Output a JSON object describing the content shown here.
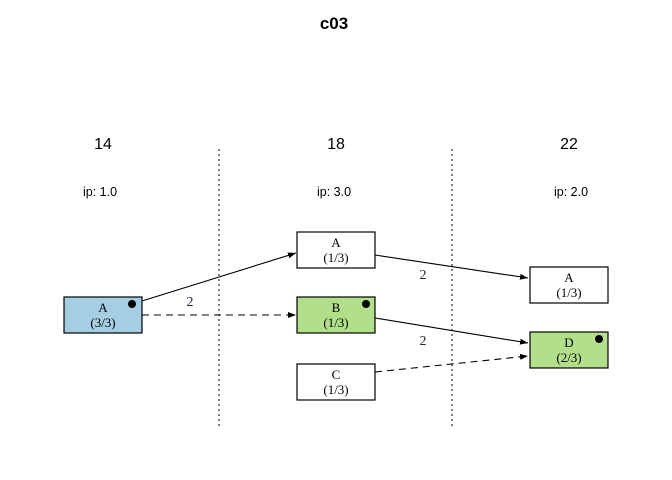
{
  "title": "c03",
  "columns": [
    {
      "label": "14",
      "ip_label": "ip: 1.0"
    },
    {
      "label": "18",
      "ip_label": "ip: 3.0"
    },
    {
      "label": "22",
      "ip_label": "ip: 2.0"
    }
  ],
  "nodes": [
    {
      "id": "A-14",
      "label": "A",
      "fraction": "(3/3)",
      "fill": "#A6CEE3",
      "has_dot": true
    },
    {
      "id": "A-18",
      "label": "A",
      "fraction": "(1/3)",
      "fill": "#FFFFFF",
      "has_dot": false
    },
    {
      "id": "B-18",
      "label": "B",
      "fraction": "(1/3)",
      "fill": "#B2DF8A",
      "has_dot": true
    },
    {
      "id": "C-18",
      "label": "C",
      "fraction": "(1/3)",
      "fill": "#FFFFFF",
      "has_dot": false
    },
    {
      "id": "A-22",
      "label": "A",
      "fraction": "(1/3)",
      "fill": "#FFFFFF",
      "has_dot": false
    },
    {
      "id": "D-22",
      "label": "D",
      "fraction": "(2/3)",
      "fill": "#B2DF8A",
      "has_dot": true
    }
  ],
  "edges": [
    {
      "from": "A-14",
      "to": "A-18",
      "style": "solid",
      "label": "2"
    },
    {
      "from": "A-14",
      "to": "B-18",
      "style": "dashed",
      "label": ""
    },
    {
      "from": "A-18",
      "to": "A-22",
      "style": "solid",
      "label": "2"
    },
    {
      "from": "B-18",
      "to": "D-22",
      "style": "solid",
      "label": "2"
    },
    {
      "from": "C-18",
      "to": "D-22",
      "style": "dashed",
      "label": ""
    }
  ],
  "colors": {
    "node_blue": "#A6CEE3",
    "node_green": "#B2DF8A",
    "node_white": "#FFFFFF",
    "line": "#000000"
  }
}
